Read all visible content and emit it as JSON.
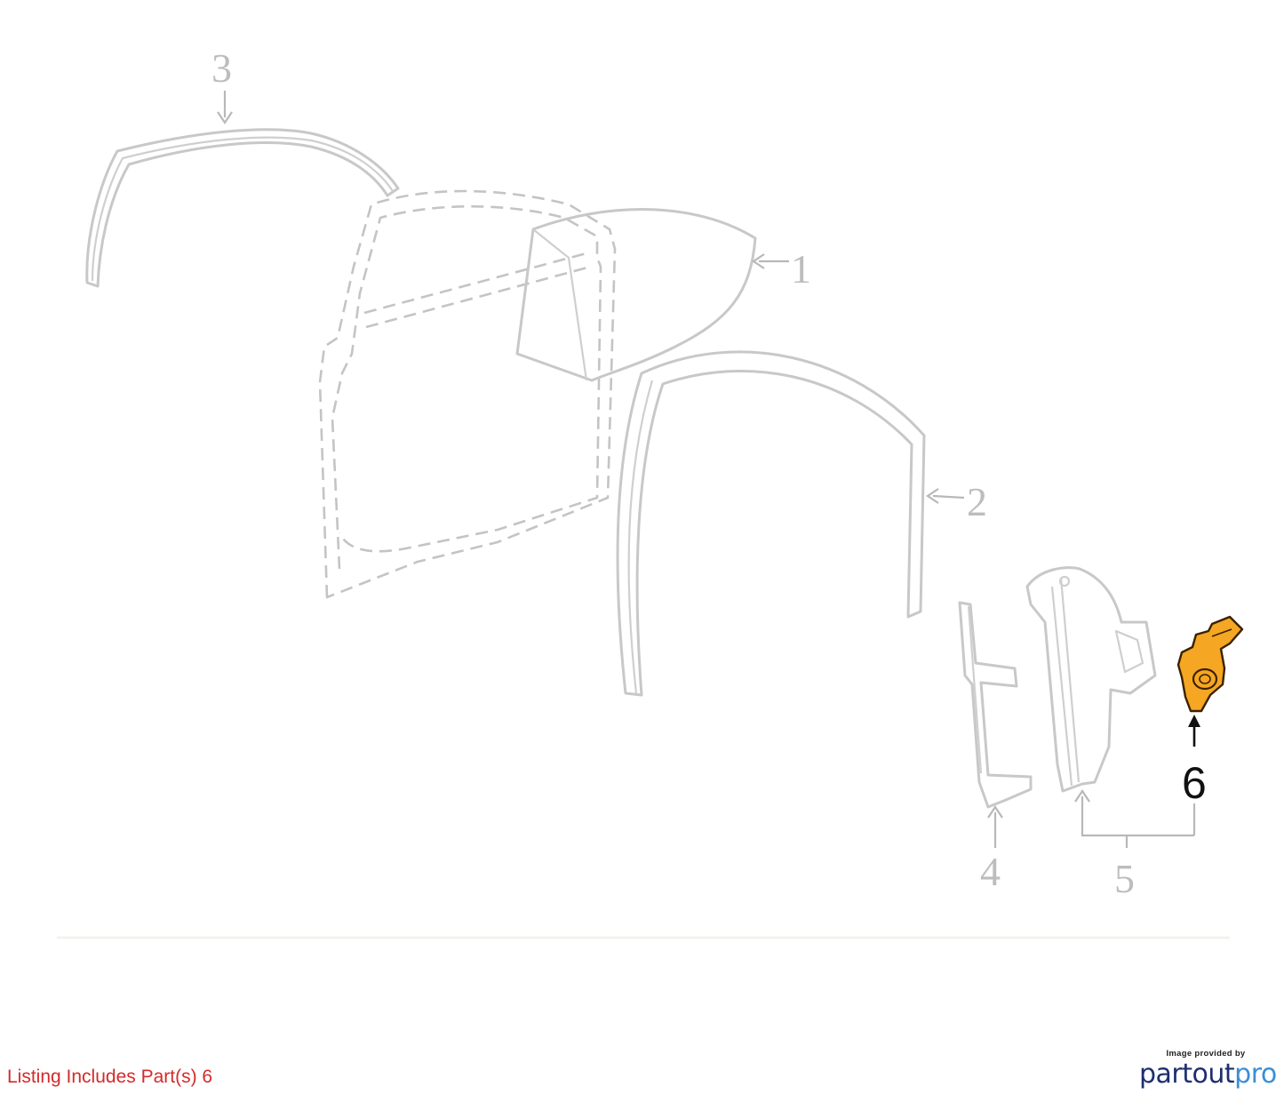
{
  "diagram": {
    "callouts": [
      {
        "id": "1",
        "label": "1",
        "highlighted": false
      },
      {
        "id": "2",
        "label": "2",
        "highlighted": false
      },
      {
        "id": "3",
        "label": "3",
        "highlighted": false
      },
      {
        "id": "4",
        "label": "4",
        "highlighted": false
      },
      {
        "id": "5",
        "label": "5",
        "highlighted": false
      },
      {
        "id": "6",
        "label": "6",
        "highlighted": true
      }
    ],
    "highlight_color": "#f5a623",
    "part_line_color": "#c8c8c8"
  },
  "footer": {
    "listing_note": "Listing Includes Part(s) 6",
    "listing_note_color": "#d42a2a",
    "credit_caption": "Image provided by",
    "logo_part1": "partout",
    "logo_part2": "pro"
  }
}
